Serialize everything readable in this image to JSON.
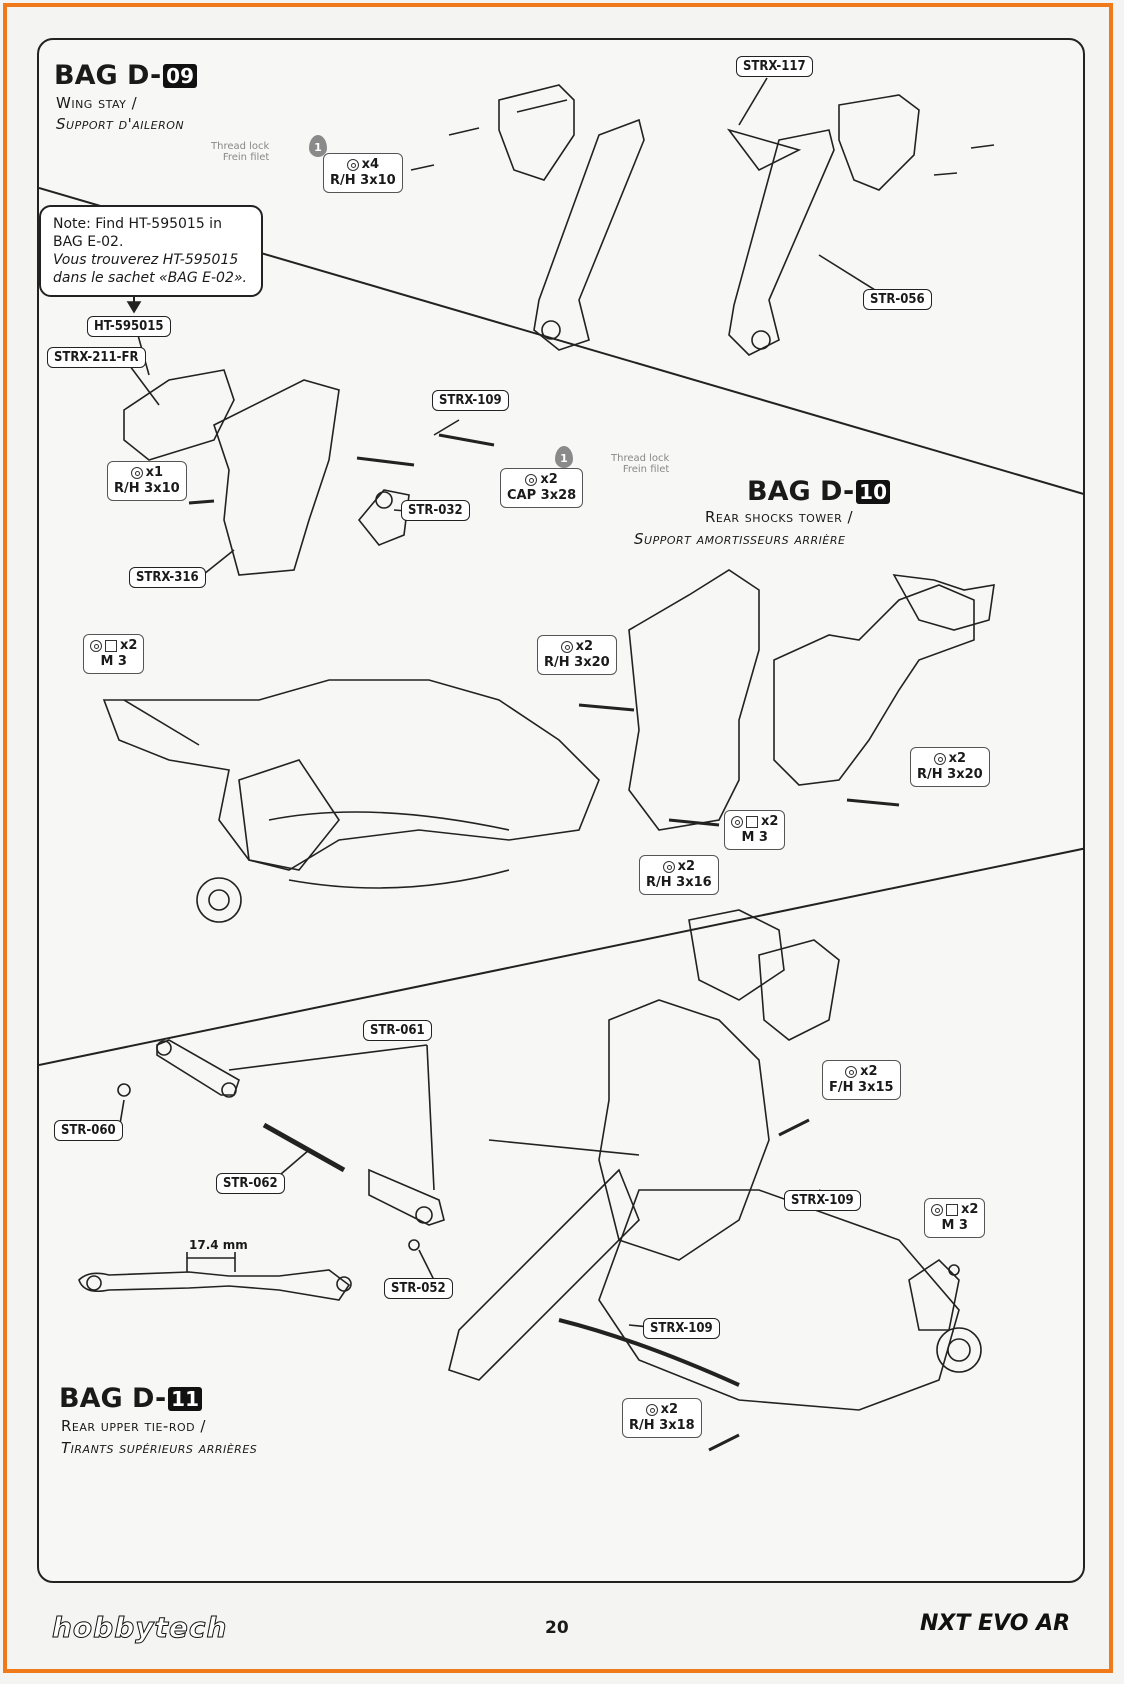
{
  "page_number": "20",
  "brand_left": "hobbytech",
  "brand_right": "NXT EVO AR",
  "colors": {
    "frame": "#f07a1a",
    "ink": "#1a1a1a"
  },
  "bag_d09": {
    "prefix": "BAG D-",
    "num": "09",
    "subtitle_en": "Wing stay /",
    "subtitle_fr": "Support d'aileron",
    "threadlock_en": "Thread lock",
    "threadlock_fr": "Frein filet",
    "step": "1",
    "hw_rh3x10": {
      "qty": "x4",
      "size": "R/H 3x10"
    },
    "tags": {
      "strx117": "STRX-117",
      "str056": "STR-056"
    }
  },
  "note": {
    "line1": "Note: Find HT-595015 in",
    "line2": "BAG E-02.",
    "line3": "Vous trouverez HT-595015",
    "line4": "dans le sachet «BAG E-02»."
  },
  "bag_d10": {
    "prefix": "BAG D-",
    "num": "10",
    "subtitle_en": "Rear shocks tower /",
    "subtitle_fr": "Support amortisseurs arrière",
    "threadlock_en": "Thread lock",
    "threadlock_fr": "Frein filet",
    "step": "1",
    "tags": {
      "ht595015": "HT-595015",
      "strx211": "STRX-211-FR",
      "strx109": "STRX-109",
      "str032": "STR-032",
      "strx316": "STRX-316"
    },
    "hw_rh3x10": {
      "qty": "x1",
      "size": "R/H 3x10"
    },
    "hw_cap3x28": {
      "qty": "x2",
      "size": "CAP 3x28"
    },
    "hw_m3_left": {
      "qty": "x2",
      "size": "M 3"
    },
    "hw_rh3x20_a": {
      "qty": "x2",
      "size": "R/H 3x20"
    },
    "hw_rh3x20_b": {
      "qty": "x2",
      "size": "R/H 3x20"
    },
    "hw_m3_mid": {
      "qty": "x2",
      "size": "M 3"
    },
    "hw_rh3x16": {
      "qty": "x2",
      "size": "R/H 3x16"
    }
  },
  "bag_d11": {
    "prefix": "BAG D-",
    "num": "11",
    "subtitle_en": "Rear upper tie-rod /",
    "subtitle_fr": "Tirants supérieurs arrières",
    "dimension": "17.4 mm",
    "tags": {
      "str061": "STR-061",
      "str060": "STR-060",
      "str062": "STR-062",
      "str052": "STR-052",
      "strx109a": "STRX-109",
      "strx109b": "STRX-109"
    },
    "hw_fh3x15": {
      "qty": "x2",
      "size": "F/H 3x15"
    },
    "hw_m3": {
      "qty": "x2",
      "size": "M 3"
    },
    "hw_rh3x18": {
      "qty": "x2",
      "size": "R/H 3x18"
    }
  }
}
